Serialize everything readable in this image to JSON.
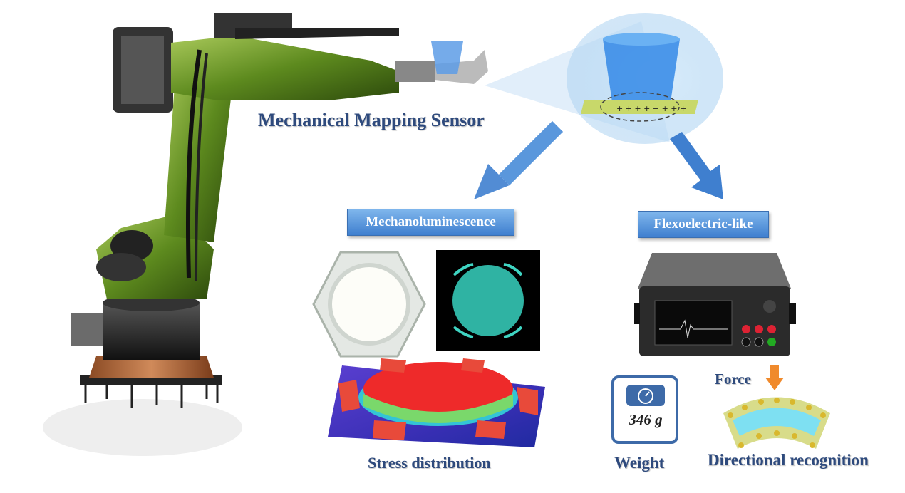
{
  "labels": {
    "sensor": "Mechanical Mapping Sensor",
    "ml": "Mechanoluminescence",
    "flexo": "Flexoelectric-like",
    "stress": "Stress distribution",
    "weight": "Weight",
    "direction": "Directional recognition",
    "force": "Force",
    "weight_value": "346 g"
  },
  "colors": {
    "accent_blue": "#3f7fcf",
    "label_text": "#2e4a7d",
    "robot_green": "#5d8a1e",
    "ml_teal": "#2fb3a3",
    "force_arrow": "#f08a2c"
  }
}
